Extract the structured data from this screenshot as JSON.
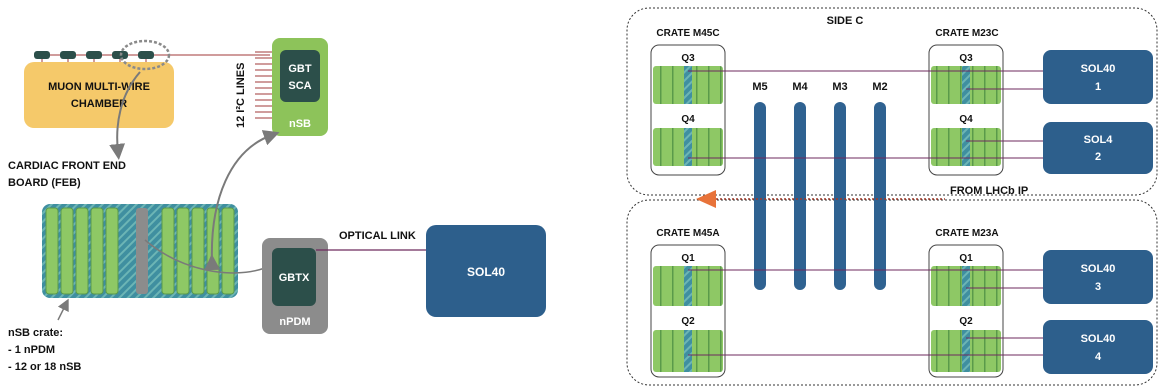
{
  "left_panel": {
    "chamber_label_1": "MUON MULTI-WIRE",
    "chamber_label_2": "CHAMBER",
    "i2c_label": "12 I²C LINES",
    "gbt_label_1": "GBT",
    "gbt_label_2": "SCA",
    "nsb_label": "nSB",
    "feb_label_1": "CARDIAC FRONT END",
    "feb_label_2": "BOARD (FEB)",
    "optical_label": "OPTICAL LINK",
    "gbtx_label": "GBTX",
    "npdm_label": "nPDM",
    "sol40_label": "SOL40",
    "crate_note_1": "nSB crate:",
    "crate_note_2": "- 1 nPDM",
    "crate_note_3": "- 12 or 18 nSB"
  },
  "right_panel": {
    "side_label": "SIDE C",
    "from_ip_label": "FROM LHCb IP",
    "crates": {
      "m45c": {
        "label": "CRATE M45C",
        "top": "Q3",
        "bottom": "Q4"
      },
      "m23c": {
        "label": "CRATE M23C",
        "top": "Q3",
        "bottom": "Q4"
      },
      "m45a": {
        "label": "CRATE M45A",
        "top": "Q1",
        "bottom": "Q2"
      },
      "m23a": {
        "label": "CRATE M23A",
        "top": "Q1",
        "bottom": "Q2"
      }
    },
    "stations": [
      "M5",
      "M4",
      "M3",
      "M2"
    ],
    "sol_boxes": [
      {
        "line1": "SOL40",
        "line2": "1"
      },
      {
        "line1": "SOL4",
        "line2": "2"
      },
      {
        "line1": "SOL40",
        "line2": "3"
      },
      {
        "line1": "SOL40",
        "line2": "4"
      }
    ]
  },
  "colors": {
    "chamber": "#f5c96a",
    "nsb_green": "#8dc35a",
    "dark_teal": "#2c4f4a",
    "npdm_grey": "#8c8c8c",
    "sol_blue": "#2d5f8c",
    "station_bar": "#2f6291",
    "link_red": "#a23a3a",
    "link_purple": "#6e2a5e",
    "arrow_orange": "#e8733a"
  }
}
